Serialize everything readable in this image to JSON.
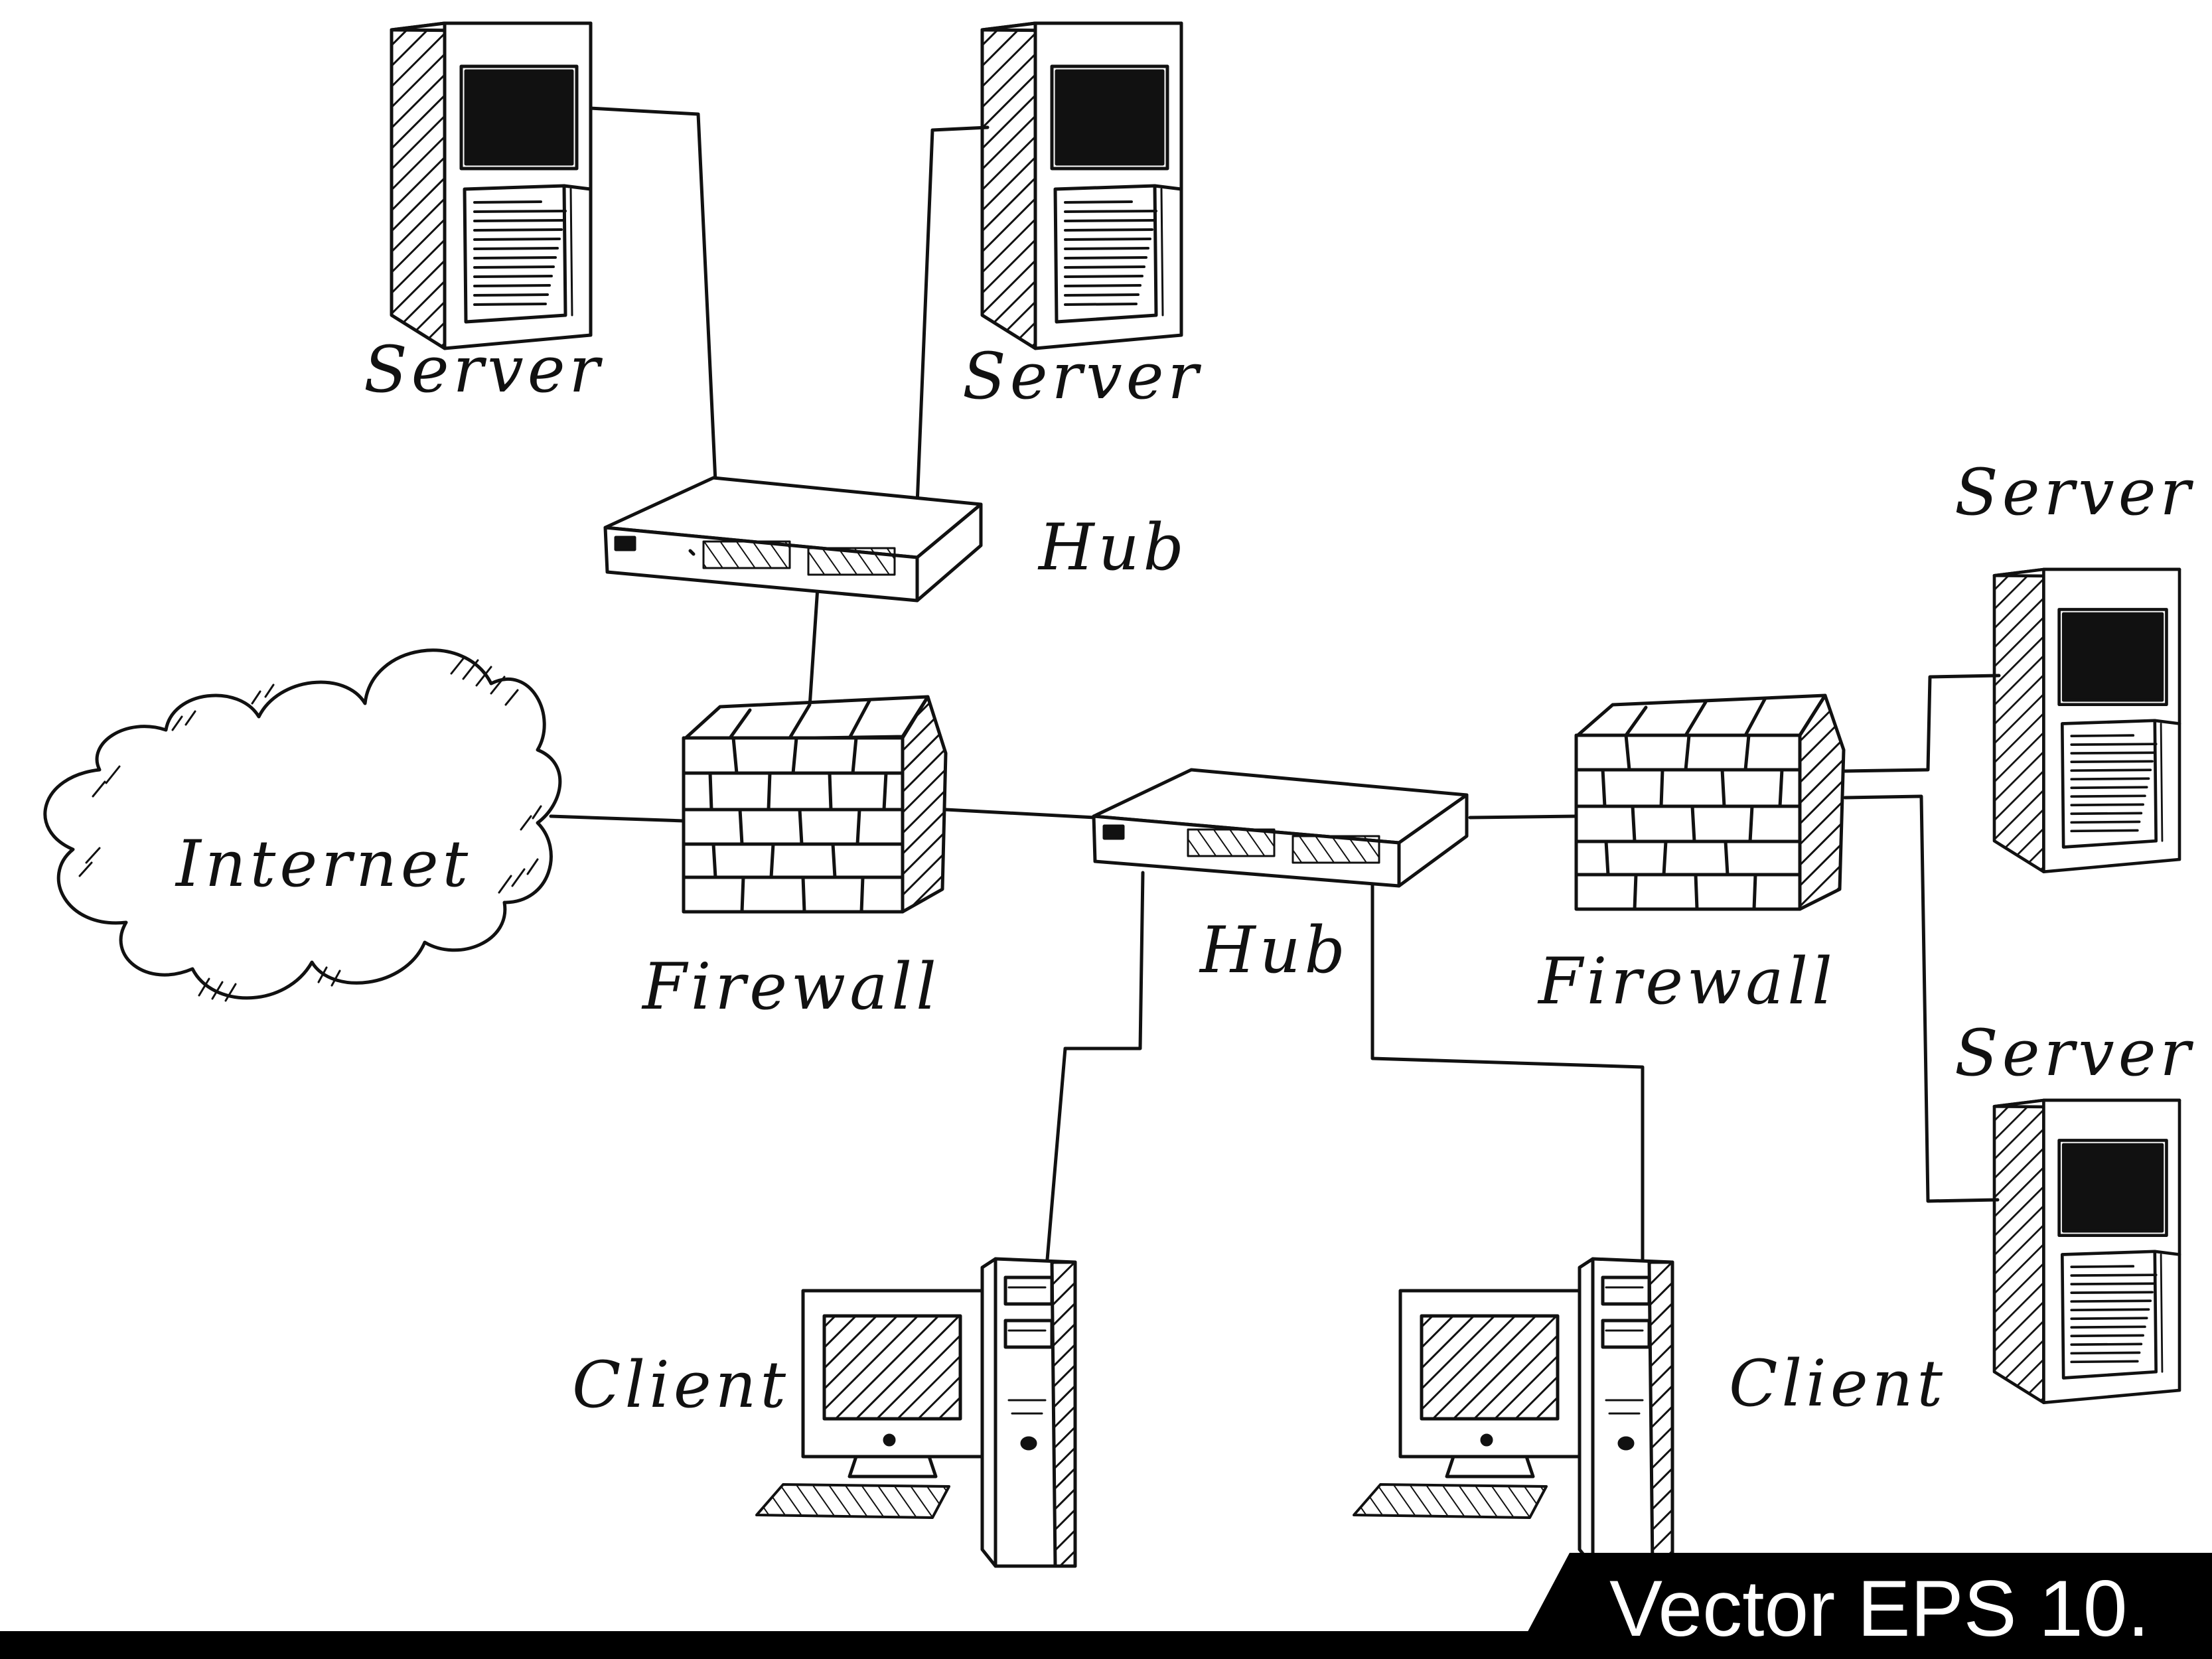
{
  "nodes": {
    "server_top_left": "Server",
    "server_top_middle": "Server",
    "server_right_upper": "Server",
    "server_right_lower": "Server",
    "hub_top": "Hub",
    "hub_center": "Hub",
    "internet": "Internet",
    "firewall_left": "Firewall",
    "firewall_right": "Firewall",
    "client_left": "Client",
    "client_right": "Client"
  },
  "banner": {
    "text": "Vector EPS 10."
  },
  "colors": {
    "ink": "#111111",
    "background": "#ffffff",
    "banner": "#000000",
    "banner_text": "#ffffff"
  }
}
